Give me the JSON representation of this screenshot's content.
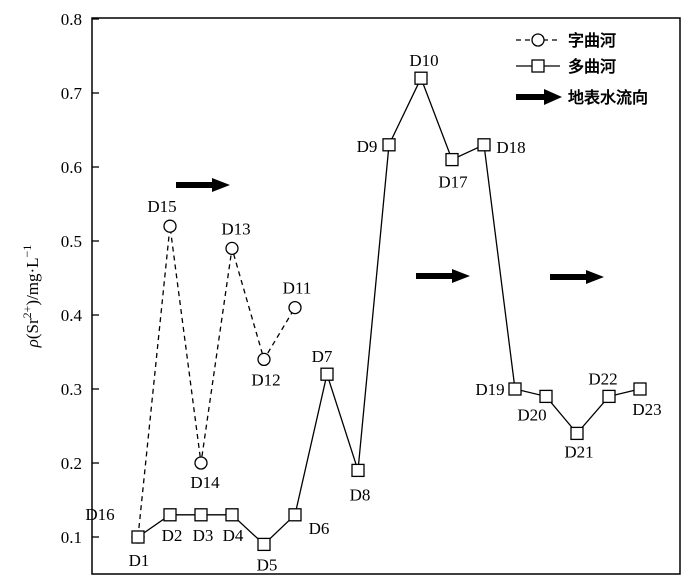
{
  "chart_data": {
    "type": "line",
    "ylabel_parts": {
      "rho": "ρ",
      "open": "(Sr",
      "sup": "2+",
      "mid": ")/mg·L",
      "sup2": "−1"
    },
    "ylim": [
      0.07,
      0.8
    ],
    "yticks": [
      "0.1",
      "0.2",
      "0.3",
      "0.4",
      "0.5",
      "0.6",
      "0.7",
      "0.8"
    ],
    "grid": false,
    "legend_position": "top-right",
    "legend": {
      "zimu": "字曲河",
      "duoqu": "多曲河",
      "flow": "地表水流向"
    },
    "series": [
      {
        "name": "字曲河",
        "style": "dashed-circle",
        "points": [
          {
            "label": "D16",
            "y": 0.1
          },
          {
            "label": "D15",
            "y": 0.52
          },
          {
            "label": "D14",
            "y": 0.2
          },
          {
            "label": "D13",
            "y": 0.49
          },
          {
            "label": "D12",
            "y": 0.34
          },
          {
            "label": "D11",
            "y": 0.41
          }
        ]
      },
      {
        "name": "多曲河",
        "style": "solid-square",
        "points": [
          {
            "label": "D1",
            "y": 0.1
          },
          {
            "label": "D2",
            "y": 0.13
          },
          {
            "label": "D3",
            "y": 0.13
          },
          {
            "label": "D4",
            "y": 0.13
          },
          {
            "label": "D5",
            "y": 0.09
          },
          {
            "label": "D6",
            "y": 0.13
          },
          {
            "label": "D7",
            "y": 0.32
          },
          {
            "label": "D8",
            "y": 0.19
          },
          {
            "label": "D9",
            "y": 0.63
          },
          {
            "label": "D10",
            "y": 0.72
          },
          {
            "label": "D17",
            "y": 0.61
          },
          {
            "label": "D18",
            "y": 0.63
          },
          {
            "label": "D19",
            "y": 0.3
          },
          {
            "label": "D20",
            "y": 0.29
          },
          {
            "label": "D21",
            "y": 0.24
          },
          {
            "label": "D22",
            "y": 0.29
          },
          {
            "label": "D23",
            "y": 0.3
          }
        ]
      }
    ]
  }
}
